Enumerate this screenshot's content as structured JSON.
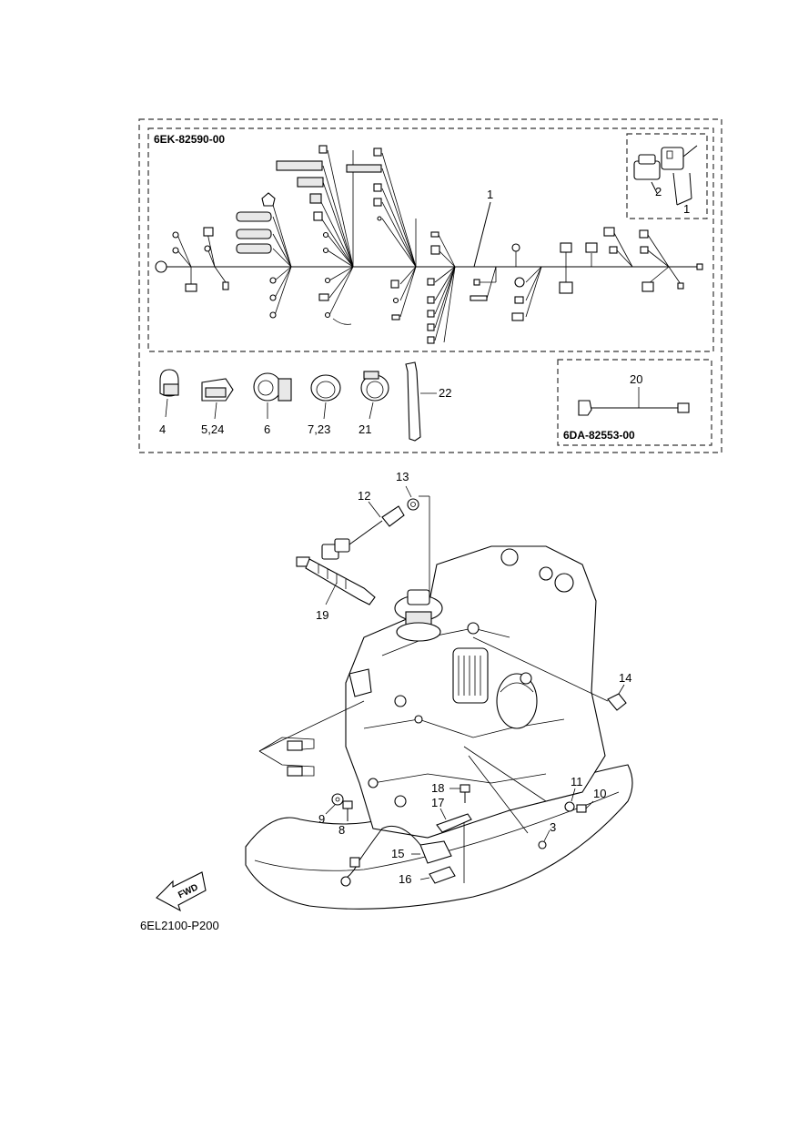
{
  "codes": {
    "main_harness": "6EK-82590-00",
    "sub_harness": "6DA-82553-00",
    "figure": "6EL2100-P200"
  },
  "fwd_label": "FWD",
  "callouts": {
    "c1_main": "1",
    "c1_inset": "1",
    "c2": "2",
    "c3": "3",
    "c4": "4",
    "c5_24": "5,24",
    "c6": "6",
    "c7_23": "7,23",
    "c8": "8",
    "c9": "9",
    "c10": "10",
    "c11": "11",
    "c12": "12",
    "c13": "13",
    "c14": "14",
    "c15": "15",
    "c16": "16",
    "c17": "17",
    "c18": "18",
    "c19": "19",
    "c20": "20",
    "c21": "21",
    "c22": "22"
  }
}
